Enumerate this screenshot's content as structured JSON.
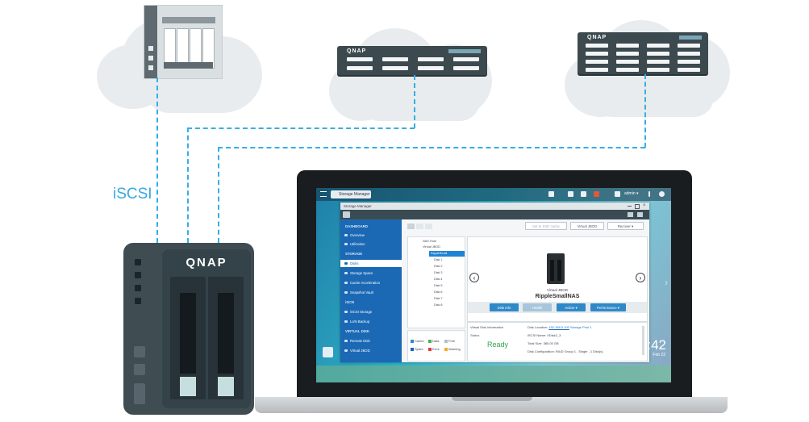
{
  "diagram": {
    "protocol_label": "iSCSI",
    "rack_brand": "QNAP",
    "nas_brand": "QNAP"
  },
  "qts": {
    "taskbar": {
      "app_tab": "Storage Manager",
      "user": "admin ▾"
    },
    "window": {
      "title": "Storage Manager",
      "sidebar": {
        "dashboard_head": "DASHBOARD",
        "overview": "Overview",
        "utilization": "Utilization",
        "storage_head": "STORAGE",
        "disks": "Disks",
        "storage_space": "Storage Space",
        "cache_acceleration": "Cache Acceleration",
        "snapshot_vault": "Snapshot Vault",
        "iscsi_head": "iSCSI",
        "iscsi_storage": "iSCSI Storage",
        "lun_backup": "LUN Backup",
        "virtual_disk_head": "VIRTUAL DISK",
        "remote_disk": "Remote Disk",
        "virtual_jbod": "Virtual JBOD"
      },
      "toolbar": {
        "set_hdd": "Set to SSD cache",
        "virtual_jbod": "Virtual JBOD",
        "recover": "Recover ▾"
      },
      "tree": {
        "nas_host": "NAS Host",
        "virtual_jbod": "Virtual JBOD",
        "selected": "RippleSmall",
        "disks": [
          "Disk 1",
          "Disk 2",
          "Disk 3",
          "Disk 4",
          "Disk 5",
          "Disk 6",
          "Disk 7",
          "Disk 8"
        ]
      },
      "device": {
        "type": "Virtual JBOD",
        "name": "RippleSmallNAS"
      },
      "actions": {
        "disk_info": "Disk Info",
        "health": "Health",
        "action": "Action ▾",
        "more": "Performance ▾"
      },
      "info": {
        "header": "Virtual Disk information",
        "status_label": "Status",
        "status_value": "Ready",
        "location_label": "Disk Location:",
        "location_value": "192.168.0.100",
        "location_link": "Storage Pool 1",
        "iscsi_name": "iSCSI Name: VDisk2_3",
        "total_size": "Total Size: 385.00 GB",
        "config": "Disk Configuration: RAID Group 1 , Single , 1 Disk(s)"
      },
      "legend": {
        "cache": "Cache",
        "data": "Data",
        "free": "Free",
        "spare": "Spare",
        "error": "Error",
        "warning": "Warning"
      }
    },
    "clock": {
      "time": ":42",
      "date": "Feb 22"
    }
  },
  "colors": {
    "link_line": "#35aee6",
    "sidebar": "#1b69b5",
    "ready": "#2ea44f"
  }
}
